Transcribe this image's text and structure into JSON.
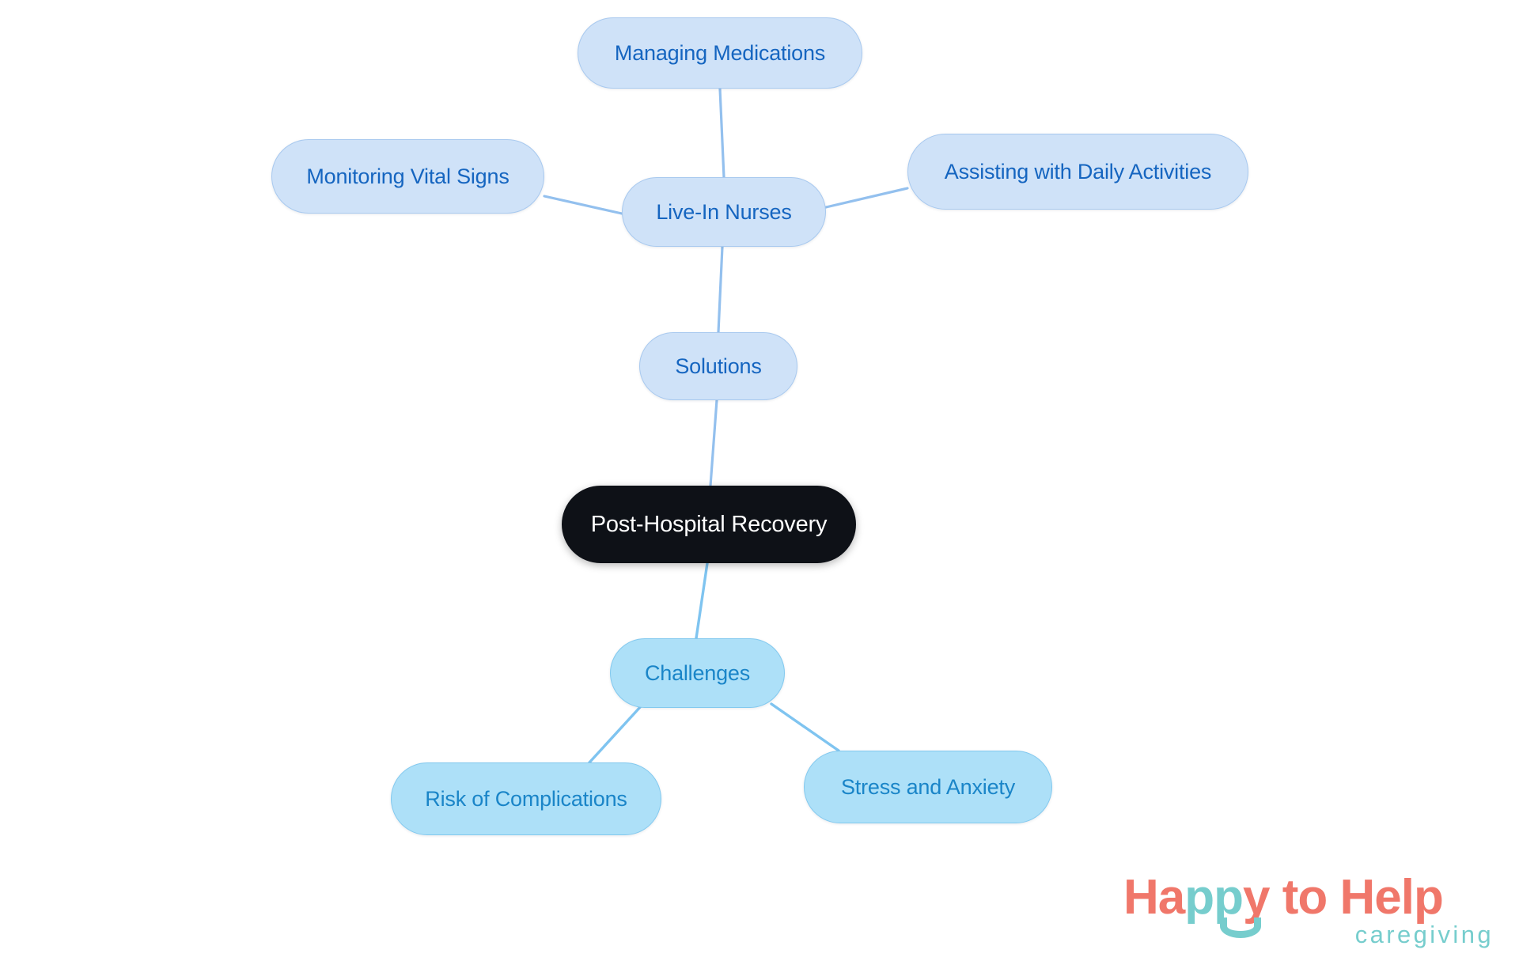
{
  "diagram": {
    "type": "mind-map",
    "background_color": "#ffffff",
    "root": {
      "id": "post-hospital-recovery",
      "label": "Post-Hospital Recovery",
      "fill_color": "#0e1117",
      "text_color": "#ffffff"
    },
    "branches": [
      {
        "id": "solutions",
        "label": "Solutions",
        "fill_color": "#cfe2f8",
        "border_color": "#a8c9ef",
        "text_color": "#1565c0",
        "children": [
          {
            "id": "live-in-nurses",
            "label": "Live-In Nurses",
            "children": [
              {
                "id": "managing-medications",
                "label": "Managing Medications"
              },
              {
                "id": "monitoring-vital-signs",
                "label": "Monitoring Vital Signs"
              },
              {
                "id": "assisting-with-daily-activities",
                "label": "Assisting with Daily Activities"
              }
            ]
          }
        ]
      },
      {
        "id": "challenges",
        "label": "Challenges",
        "fill_color": "#ade0f8",
        "border_color": "#82c9ef",
        "text_color": "#1a85c8",
        "children": [
          {
            "id": "risk-of-complications",
            "label": "Risk of Complications"
          },
          {
            "id": "stress-and-anxiety",
            "label": "Stress and Anxiety"
          }
        ]
      }
    ],
    "edge_colors": {
      "solutions_branch": "#93c0ee",
      "challenges_branch": "#7fc4f0"
    }
  },
  "nodes": {
    "managing_medications": "Managing Medications",
    "monitoring_vital_signs": "Monitoring Vital Signs",
    "live_in_nurses": "Live-In Nurses",
    "assisting_with_daily_activities": "Assisting with Daily Activities",
    "solutions": "Solutions",
    "post_hospital_recovery": "Post-Hospital Recovery",
    "challenges": "Challenges",
    "risk_of_complications": "Risk of Complications",
    "stress_and_anxiety": "Stress and Anxiety"
  },
  "logo": {
    "word_happy_h": "Ha",
    "word_happy_pp": "pp",
    "word_happy_y": "y",
    "word_to_help": " to Help",
    "tagline": "caregiving",
    "coral_color": "#f0776a",
    "teal_color": "#76cdcd"
  }
}
